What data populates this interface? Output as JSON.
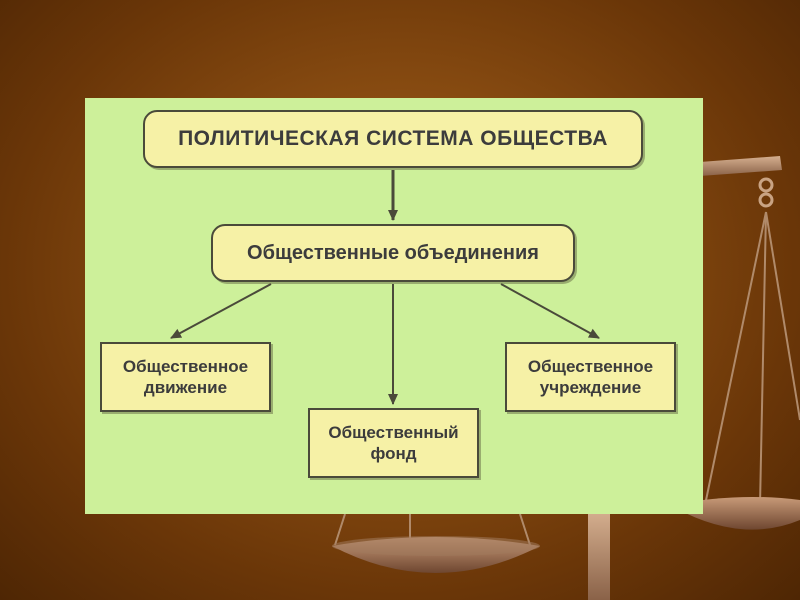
{
  "diagram": {
    "nodes": {
      "top": "ПОЛИТИЧЕСКАЯ  СИСТЕМА  ОБЩЕСТВА",
      "middle": "Общественные  объединения",
      "left": [
        "Общественное",
        "движение"
      ],
      "center": [
        "Общественный",
        "фонд"
      ],
      "right": [
        "Общественное",
        "учреждение"
      ]
    },
    "edges": [
      {
        "from": "top",
        "to": "middle"
      },
      {
        "from": "middle",
        "to": "left"
      },
      {
        "from": "middle",
        "to": "center"
      },
      {
        "from": "middle",
        "to": "right"
      }
    ]
  },
  "colors": {
    "panel": "#cdf09a",
    "node_fill": "#f6f1a6",
    "node_border": "#4a4a3a",
    "text": "#3c3c3c",
    "background": "#7a4210"
  }
}
